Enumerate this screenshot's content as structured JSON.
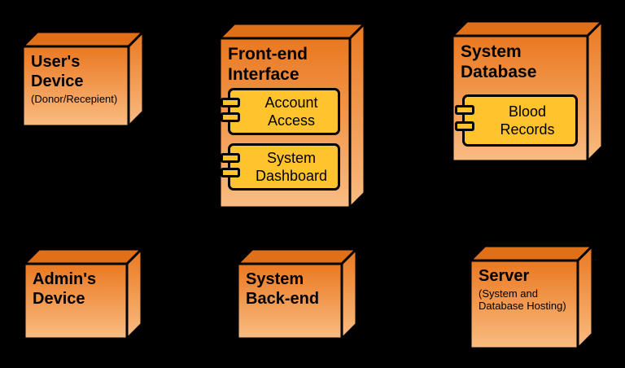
{
  "diagram": {
    "background_color": "#000000",
    "node_color_top": "#EA7820",
    "node_color_bottom": "#F9BC82",
    "node_top_face_color": "#DF7018",
    "component_fill": "#FFC32B",
    "border_color": "#000000",
    "text_color": "#000000"
  },
  "nodes": [
    {
      "id": "users-device",
      "title": "User's Device",
      "subtitle": "(Donor/Recepient)",
      "components": []
    },
    {
      "id": "front-end-interface",
      "title": "Front-end Interface",
      "subtitle": "",
      "components": [
        {
          "label": "Account Access"
        },
        {
          "label": "System Dashboard"
        }
      ]
    },
    {
      "id": "system-database",
      "title": "System Database",
      "subtitle": "",
      "components": [
        {
          "label": "Blood Records"
        }
      ]
    },
    {
      "id": "admins-device",
      "title": "Admin's Device",
      "subtitle": "",
      "components": []
    },
    {
      "id": "system-back-end",
      "title": "System Back-end",
      "subtitle": "",
      "components": []
    },
    {
      "id": "server",
      "title": "Server",
      "subtitle": "(System and Database Hosting)",
      "components": []
    }
  ]
}
